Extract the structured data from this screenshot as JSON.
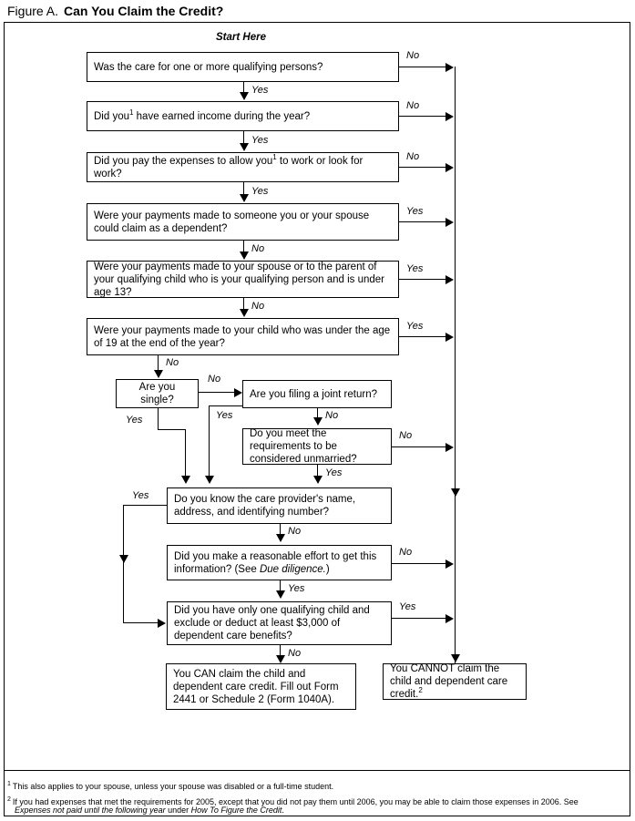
{
  "figure": {
    "label": "Figure A.",
    "title": "Can You Claim the Credit?",
    "start_here": "Start Here"
  },
  "nodes": {
    "q1": "Was the care for one or more qualifying persons?",
    "q2_a": "Did you",
    "q2_sup": "1",
    "q2_b": " have earned income during the year?",
    "q3_a": "Did you pay the expenses to allow you",
    "q3_sup": "1",
    "q3_b": " to work or look for work?",
    "q4": "Were your payments made to someone you or your spouse could claim as a dependent?",
    "q5": "Were your payments made to your spouse or to the parent of your qualifying child who is your qualifying person and is under age 13?",
    "q6": "Were your payments made to your child who was under the age of 19 at the end of the year?",
    "q7": "Are you single?",
    "q8": "Are you filing a joint return?",
    "q9": "Do you meet the requirements to be considered unmarried?",
    "q10": "Do you know the care provider's name, address, and identifying number?",
    "q11_a": "Did you make a reasonable effort to get this information? (See ",
    "q11_i": "Due diligence.",
    "q11_b": ")",
    "q12": "Did you have only one qualifying child and exclude or deduct at least $3,000 of dependent care benefits?",
    "result_can": "You CAN claim the child and dependent care credit. Fill out Form 2441 or Schedule 2 (Form 1040A).",
    "result_cannot_a": "You CANNOT claim the child and dependent care credit.",
    "result_cannot_sup": "2"
  },
  "labels": {
    "yes": "Yes",
    "no": "No"
  },
  "edges": [
    {
      "id": "e1",
      "label": "No",
      "from": "q1",
      "to": "cannot"
    },
    {
      "id": "e2",
      "label": "Yes",
      "from": "q1",
      "to": "q2"
    },
    {
      "id": "e3",
      "label": "No",
      "from": "q2",
      "to": "cannot"
    },
    {
      "id": "e4",
      "label": "Yes",
      "from": "q2",
      "to": "q3"
    },
    {
      "id": "e5",
      "label": "No",
      "from": "q3",
      "to": "cannot"
    },
    {
      "id": "e6",
      "label": "Yes",
      "from": "q3",
      "to": "q4"
    },
    {
      "id": "e7",
      "label": "Yes",
      "from": "q4",
      "to": "cannot"
    },
    {
      "id": "e8",
      "label": "No",
      "from": "q4",
      "to": "q5"
    },
    {
      "id": "e9",
      "label": "Yes",
      "from": "q5",
      "to": "cannot"
    },
    {
      "id": "e10",
      "label": "No",
      "from": "q5",
      "to": "q6"
    },
    {
      "id": "e11",
      "label": "Yes",
      "from": "q6",
      "to": "cannot"
    },
    {
      "id": "e12",
      "label": "No",
      "from": "q6",
      "to": "q7"
    },
    {
      "id": "e13",
      "label": "No",
      "from": "q7",
      "to": "q8"
    },
    {
      "id": "e14",
      "label": "Yes",
      "from": "q7",
      "to": "q10"
    },
    {
      "id": "e15",
      "label": "Yes",
      "from": "q8",
      "to": "q10"
    },
    {
      "id": "e16",
      "label": "No",
      "from": "q8",
      "to": "q9"
    },
    {
      "id": "e17",
      "label": "No",
      "from": "q9",
      "to": "cannot"
    },
    {
      "id": "e18",
      "label": "Yes",
      "from": "q9",
      "to": "q10"
    },
    {
      "id": "e19",
      "label": "Yes",
      "from": "q10",
      "to": "q12"
    },
    {
      "id": "e20",
      "label": "No",
      "from": "q10",
      "to": "q11"
    },
    {
      "id": "e21",
      "label": "No",
      "from": "q11",
      "to": "cannot"
    },
    {
      "id": "e22",
      "label": "Yes",
      "from": "q11",
      "to": "q12"
    },
    {
      "id": "e23",
      "label": "Yes",
      "from": "q12",
      "to": "cannot"
    },
    {
      "id": "e24",
      "label": "No",
      "from": "q12",
      "to": "can"
    }
  ],
  "footnotes": {
    "one_mark": "1",
    "one_text": "This also applies to your spouse, unless your spouse was disabled or a full-time student.",
    "two_mark": "2",
    "two_line1": "If you had expenses that met the requirements for 2005, except that you did not pay them until 2006, you may be able to claim those expenses in 2006. See",
    "two_line2_i1": "Expenses not paid until the following year",
    "two_line2_mid": " under ",
    "two_line2_i2": "How To Figure the Credit",
    "two_line2_end": "."
  },
  "colors": {
    "ink": "#000000",
    "paper": "#ffffff"
  }
}
